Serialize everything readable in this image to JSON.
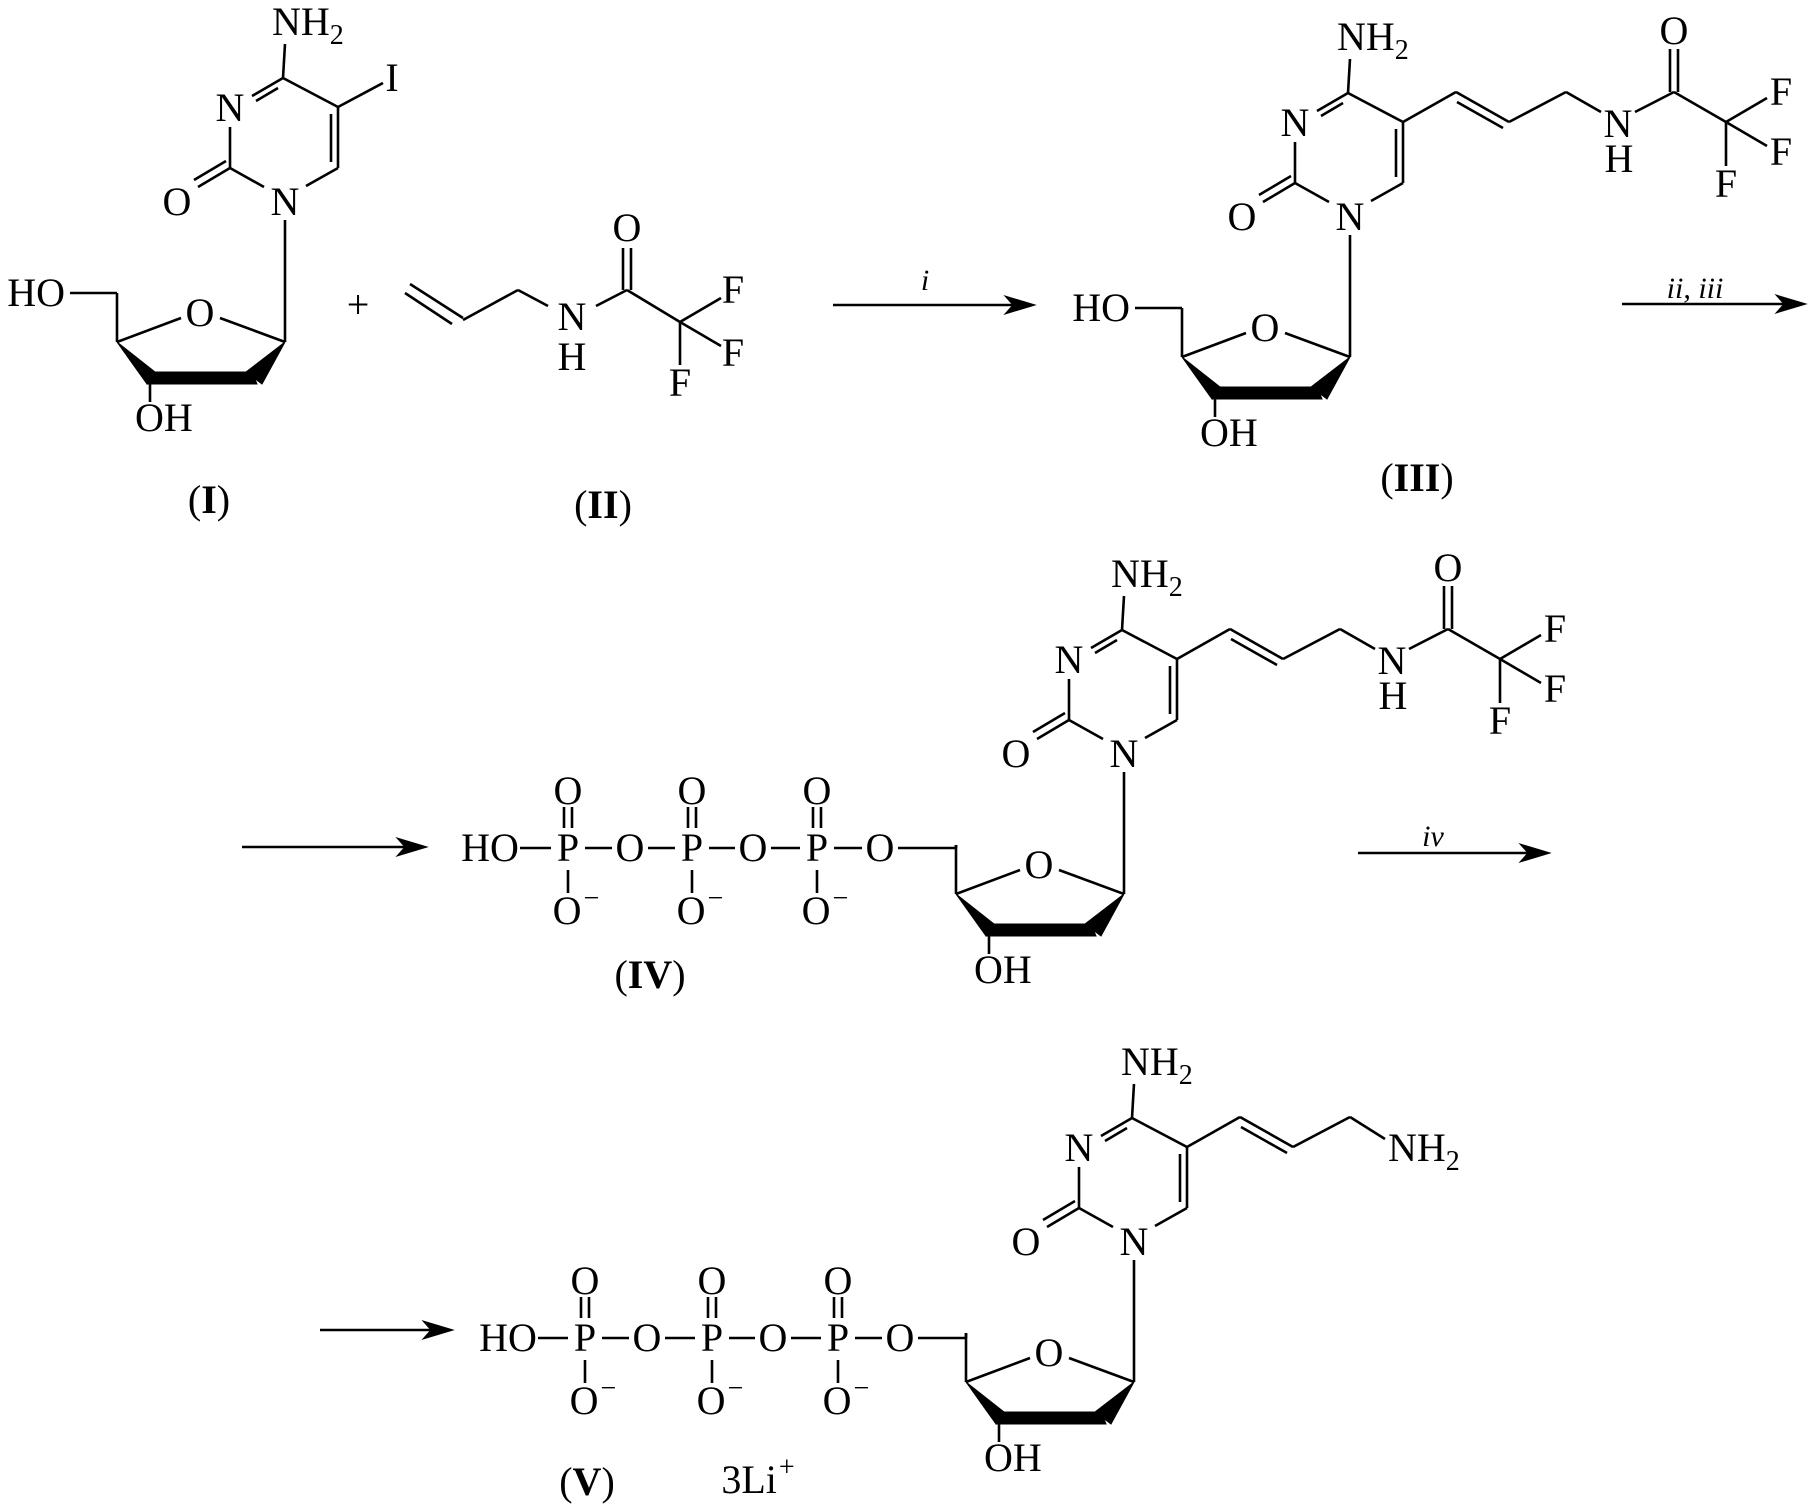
{
  "scheme": {
    "plus": "+",
    "reagents": {
      "i": "i",
      "ii_iii": "ii, iii",
      "iv": "iv"
    }
  },
  "compounds": [
    {
      "id": "I",
      "label": {
        "open": "(",
        "num": "I",
        "close": ")"
      },
      "atoms": {
        "amine": {
          "t": "NH",
          "sub": "2"
        },
        "n3": "N",
        "n1": "N",
        "o2": "O",
        "o4": "O",
        "ho5": "HO",
        "oh3": "OH",
        "iodo": "I"
      }
    },
    {
      "id": "II",
      "label": {
        "open": "(",
        "num": "II",
        "close": ")"
      },
      "atoms": {
        "amide_n": "N",
        "amide_h": "H",
        "amide_o": "O",
        "f1": "F",
        "f2": "F",
        "f3": "F"
      }
    },
    {
      "id": "III",
      "label": {
        "open": "(",
        "num": "III",
        "close": ")"
      },
      "atoms": {
        "amine": {
          "t": "NH",
          "sub": "2"
        },
        "n3": "N",
        "n1": "N",
        "o2": "O",
        "o4": "O",
        "ho5": "HO",
        "oh3": "OH",
        "amide_n": "N",
        "amide_h": "H",
        "amide_o": "O",
        "f1": "F",
        "f2": "F",
        "f3": "F"
      }
    },
    {
      "id": "IV",
      "label": {
        "open": "(",
        "num": "IV",
        "close": ")"
      },
      "atoms": {
        "amine": {
          "t": "NH",
          "sub": "2"
        },
        "n3": "N",
        "n1": "N",
        "o2": "O",
        "o4": "O",
        "oh3": "OH",
        "amide_n": "N",
        "amide_h": "H",
        "amide_o": "O",
        "f1": "F",
        "f2": "F",
        "f3": "F"
      },
      "phosphate": {
        "ho": "HO",
        "p": [
          "P",
          "P",
          "P"
        ],
        "bridge_o": [
          "O",
          "O",
          "O"
        ],
        "oxo": [
          "O",
          "O",
          "O"
        ],
        "oxide": [
          {
            "t": "O",
            "sup": "−"
          },
          {
            "t": "O",
            "sup": "−"
          },
          {
            "t": "O",
            "sup": "−"
          }
        ]
      }
    },
    {
      "id": "V",
      "label": {
        "open": "(",
        "num": "V",
        "close": ")"
      },
      "counterion": {
        "t": "3Li",
        "sup": "+"
      },
      "atoms": {
        "amine": {
          "t": "NH",
          "sub": "2"
        },
        "n3": "N",
        "n1": "N",
        "o2": "O",
        "o4": "O",
        "oh3": "OH",
        "amine_tail": {
          "t": "NH",
          "sub": "2"
        }
      },
      "phosphate": {
        "ho": "HO",
        "p": [
          "P",
          "P",
          "P"
        ],
        "bridge_o": [
          "O",
          "O",
          "O"
        ],
        "oxo": [
          "O",
          "O",
          "O"
        ],
        "oxide": [
          {
            "t": "O",
            "sup": "−"
          },
          {
            "t": "O",
            "sup": "−"
          },
          {
            "t": "O",
            "sup": "−"
          }
        ]
      }
    }
  ]
}
